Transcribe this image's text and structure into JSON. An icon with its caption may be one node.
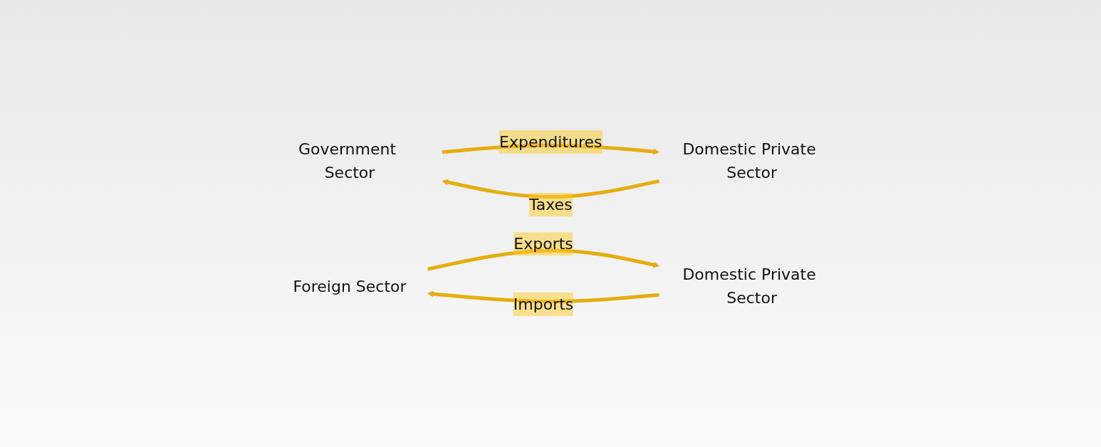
{
  "diagram": {
    "nodes": [
      {
        "text": [
          "Government Sector"
        ]
      },
      {
        "text": [
          "Domestic Private Sector"
        ]
      },
      {
        "text": [
          "Foreign Sector"
        ]
      },
      {
        "text": [
          "Domestic Private Sector"
        ]
      }
    ],
    "edges": [
      {
        "from": 0,
        "to": 1,
        "arrow": "to",
        "label": "Expenditures"
      },
      {
        "from": 1,
        "to": 0,
        "arrow": "to",
        "label": "Taxes"
      },
      {
        "from": 2,
        "to": 3,
        "arrow": "to",
        "label": "Exports"
      },
      {
        "from": 3,
        "to": 2,
        "arrow": "to",
        "label": "Imports"
      }
    ]
  }
}
